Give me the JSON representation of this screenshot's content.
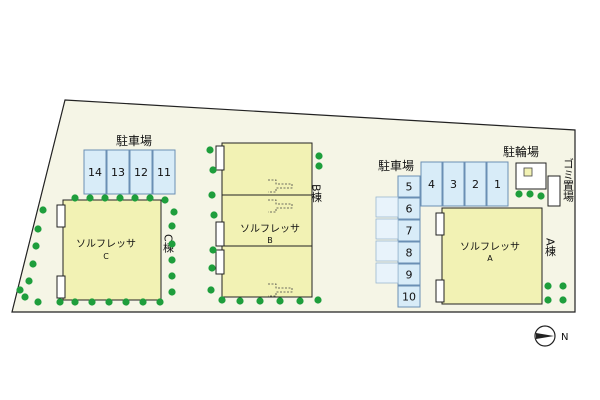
{
  "colors": {
    "lot": "#f5f5e6",
    "building": "#f2f2b4",
    "parking": "#d8ecf8",
    "tree": "#1e9e3c",
    "outline": "#222222",
    "parking_stroke": "#6a8fb4"
  },
  "labels": {
    "parking": "駐車場",
    "bicycle": "駐輪場",
    "garbage": "ゴミ置場"
  },
  "buildings": {
    "a": {
      "name": "ソルフレッサ",
      "letter": "A",
      "wing": "A棟"
    },
    "b": {
      "name": "ソルフレッサ",
      "letter": "B",
      "wing": "B棟"
    },
    "c": {
      "name": "ソルフレッサ",
      "letter": "C",
      "wing": "C棟"
    }
  },
  "parking": {
    "north": [
      "14",
      "13",
      "12",
      "11"
    ],
    "east_top": [
      "4",
      "3",
      "2",
      "1"
    ],
    "east_side": [
      "5",
      "6",
      "7",
      "8",
      "9",
      "10"
    ]
  },
  "compass": {
    "letter": "N",
    "icon": "north-arrow-icon"
  }
}
